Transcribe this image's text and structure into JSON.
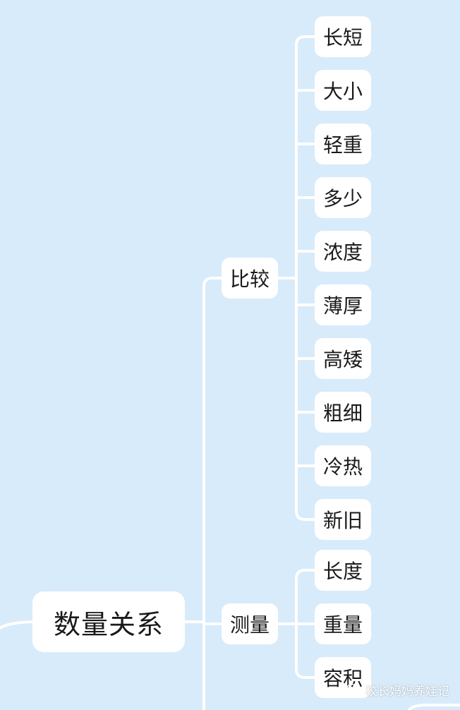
{
  "colors": {
    "background": "#d8ebfb",
    "node_fill": "#ffffff",
    "connector": "#ffffff",
    "text": "#1a1a1a"
  },
  "root": {
    "label": "数量关系"
  },
  "branches": [
    {
      "label": "比较",
      "children": [
        "长短",
        "大小",
        "轻重",
        "多少",
        "浓度",
        "薄厚",
        "高矮",
        "粗细",
        "冷热",
        "新旧"
      ]
    },
    {
      "label": "测量",
      "children": [
        "长度",
        "重量",
        "容积"
      ]
    }
  ],
  "watermark": {
    "text": "校长妈妈养娃记",
    "icon": "wechat-icon"
  }
}
